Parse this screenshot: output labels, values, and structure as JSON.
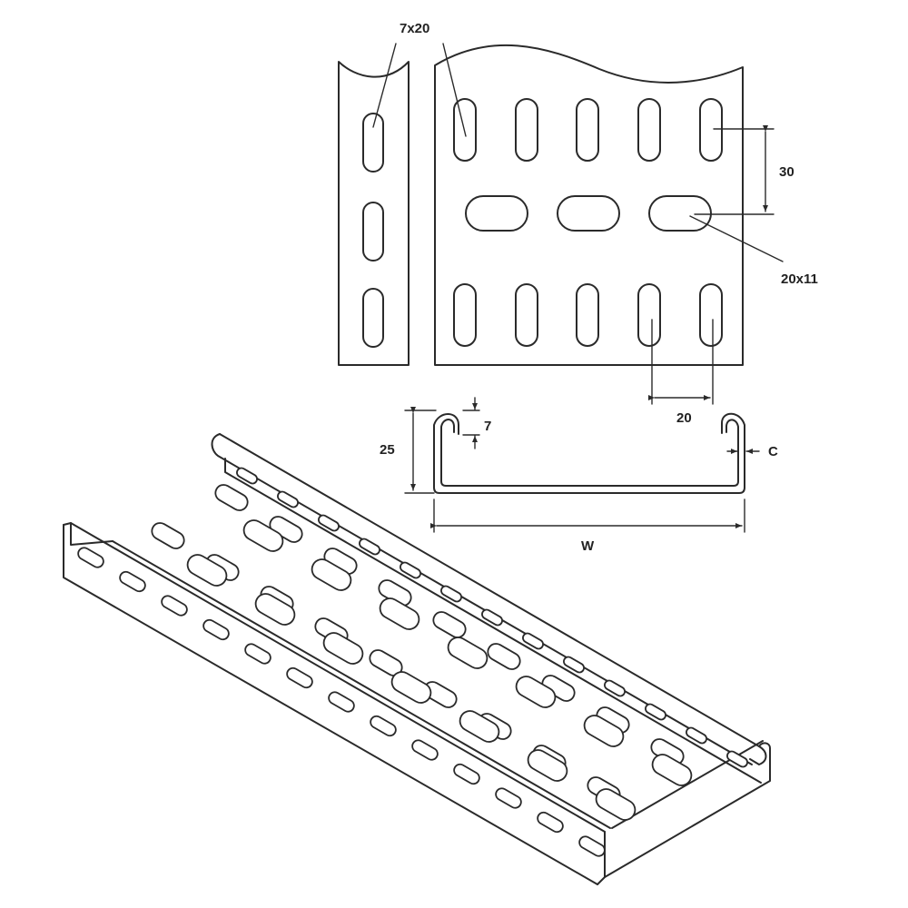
{
  "labels": {
    "slot_size": "7x20",
    "pitch_30": "30",
    "hole_size": "20x11",
    "pitch_20": "20",
    "flange_7": "7",
    "height_25": "25",
    "thickness": "C",
    "width": "W"
  },
  "colors": {
    "line": "#2a2a2a",
    "background": "#ffffff"
  }
}
